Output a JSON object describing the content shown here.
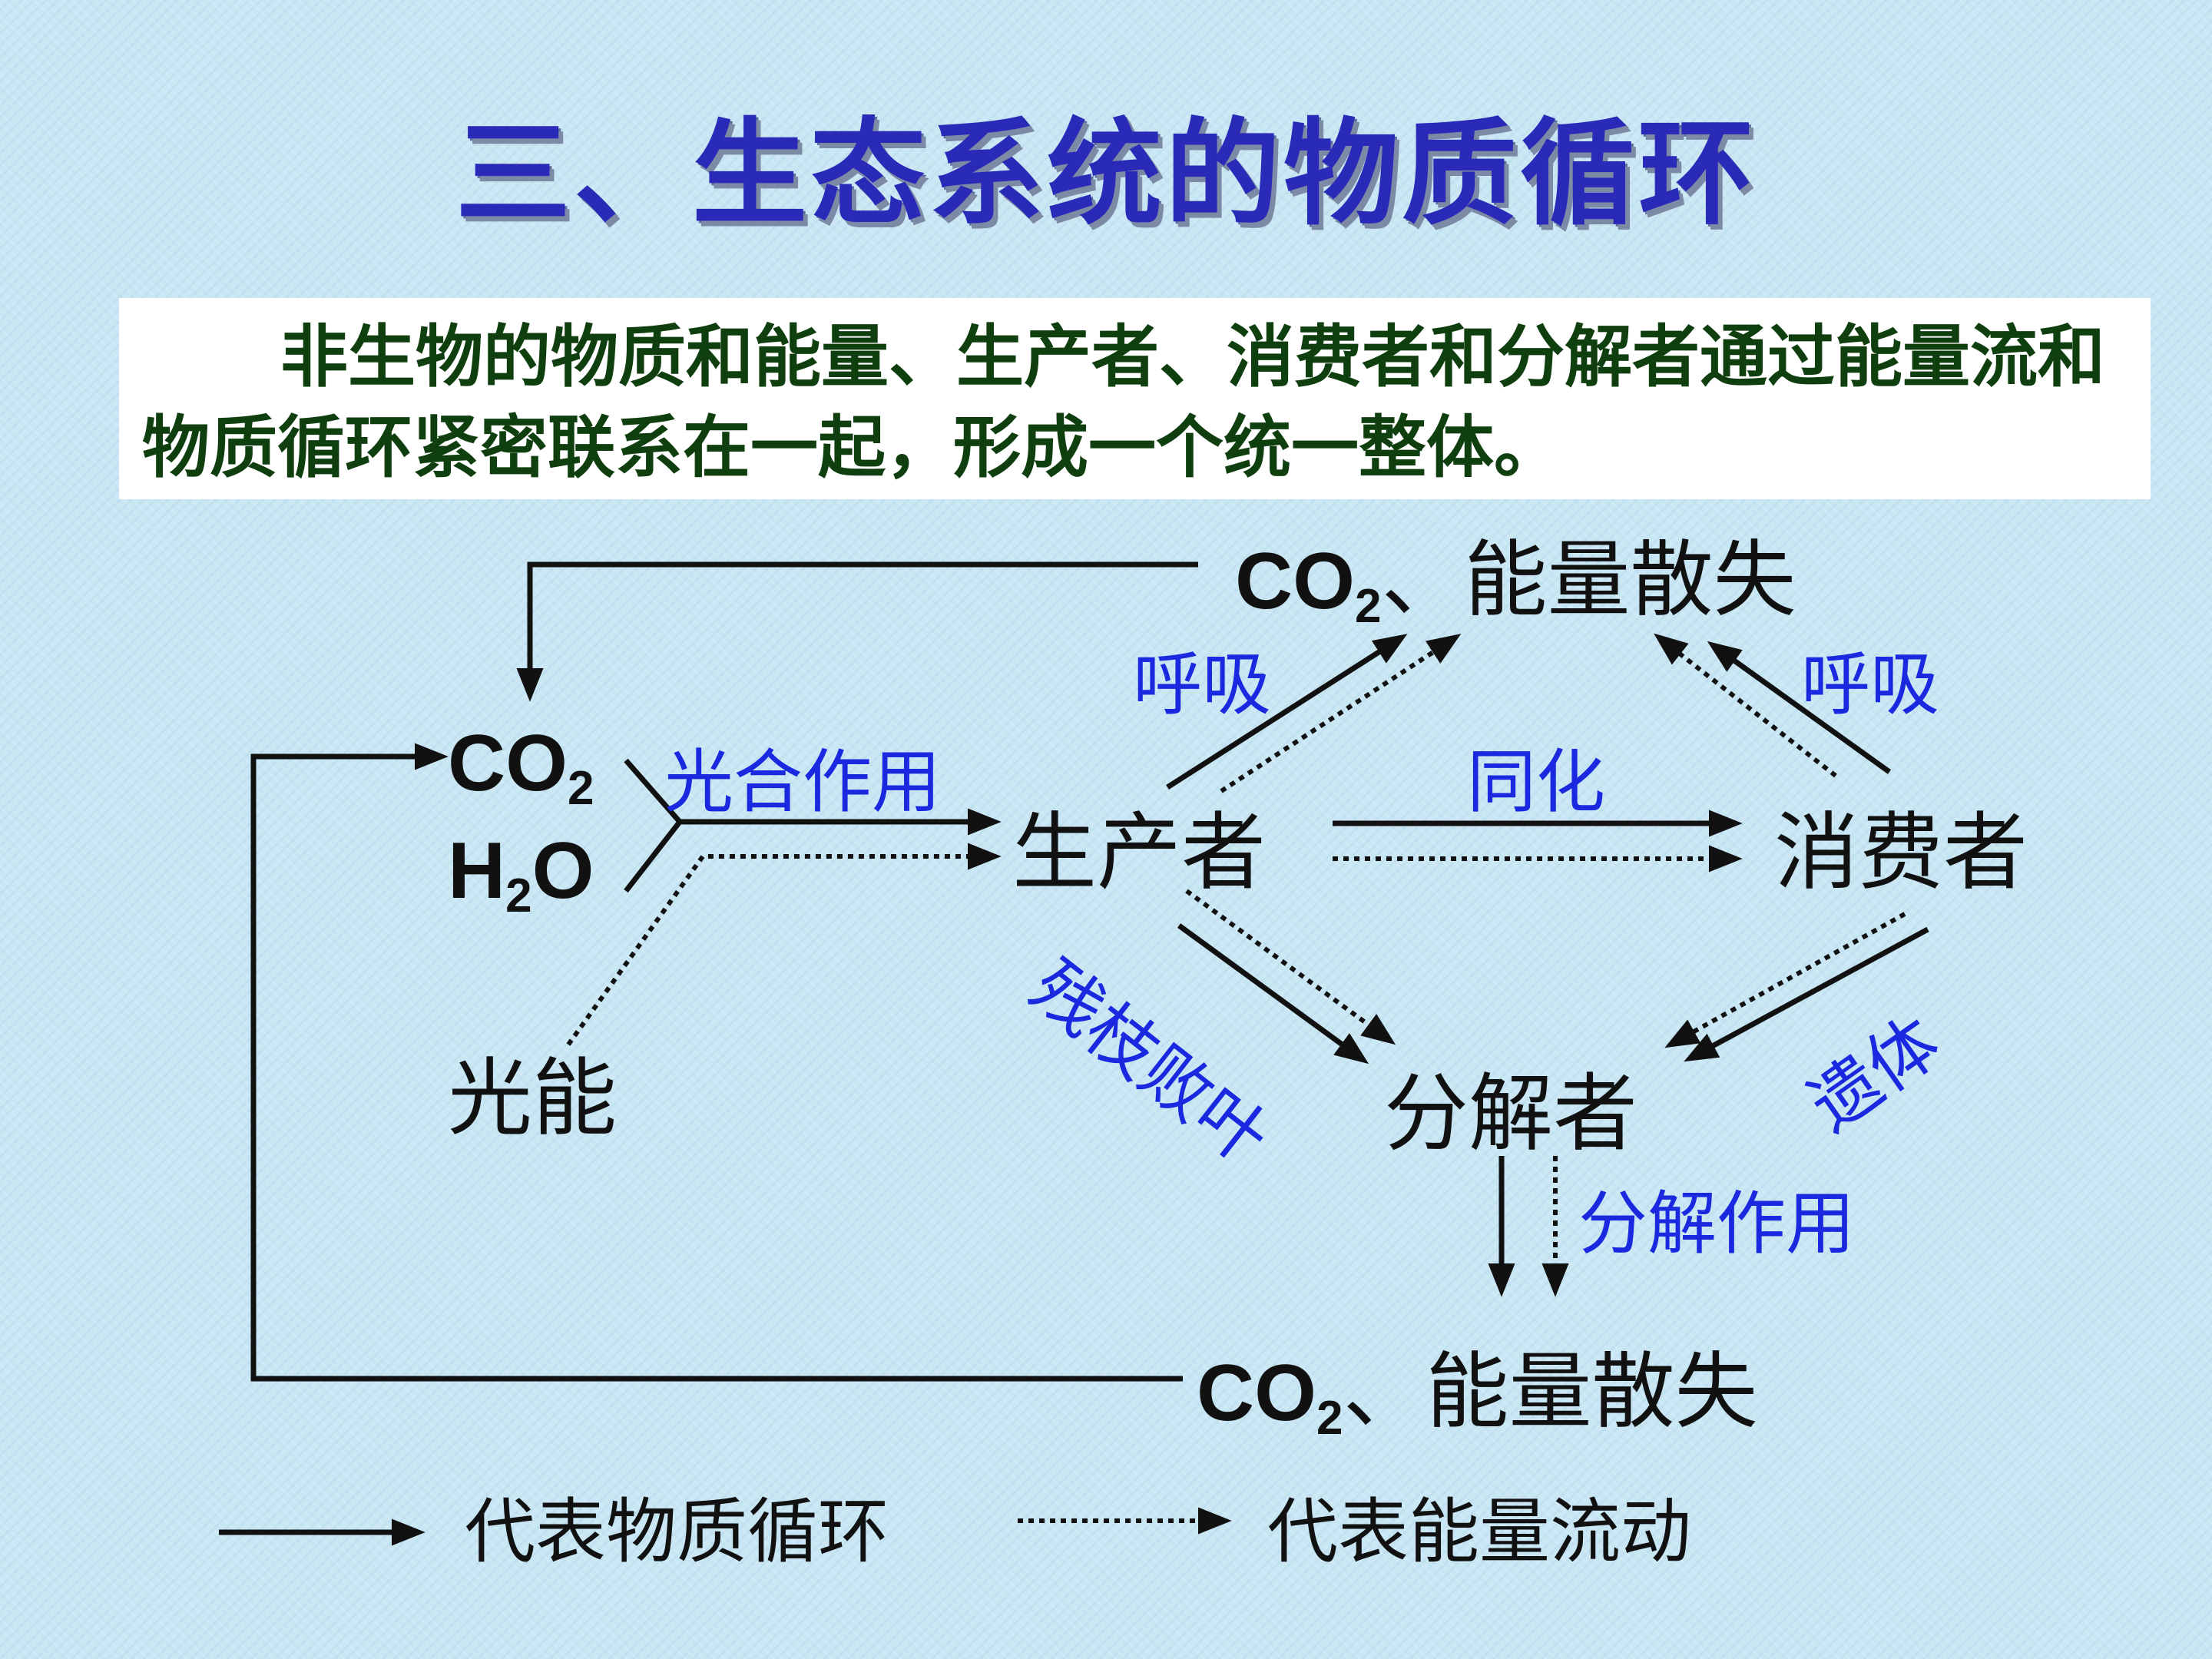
{
  "title": "三、生态系统的物质循环",
  "intro": "非生物的物质和能量、生产者、消费者和分解者通过能量流和物质循环紧密联系在一起，形成一个统一整体。",
  "nodes": {
    "co2_top": {
      "prefix": "CO",
      "sub": "2",
      "suffix": "、能量散失"
    },
    "co2_input": {
      "prefix": "CO",
      "sub": "2"
    },
    "h2o_input": {
      "prefix": "H",
      "sub": "2",
      "suffix": "O"
    },
    "light": "光能",
    "producer": "生产者",
    "consumer": "消费者",
    "decomposer": "分解者",
    "co2_bottom": {
      "prefix": "CO",
      "sub": "2",
      "suffix": "、能量散失"
    }
  },
  "labels": {
    "photosynthesis": "光合作用",
    "respiration_producer": "呼吸",
    "respiration_consumer": "呼吸",
    "assimilation": "同化",
    "litter": "残枝败叶",
    "remains": "遗体",
    "decomposition": "分解作用"
  },
  "legend": {
    "material_cycle": "代表物质循环",
    "energy_flow": "代表能量流动"
  },
  "colors": {
    "title": "#2a2ab8",
    "intro_text": "#0f3f0f",
    "label": "#1a28e0",
    "arrow": "#111111",
    "background": "#c8e6f4"
  }
}
